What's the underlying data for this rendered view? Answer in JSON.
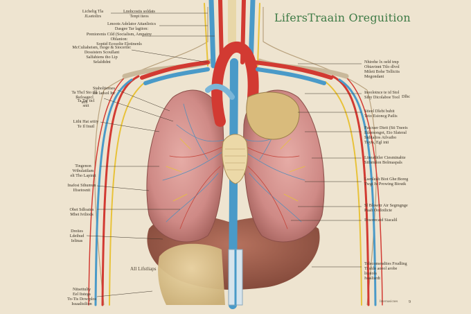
{
  "title": "LifersTraain Oreguition",
  "caption": "AIl Lifstliaps",
  "page_number": "9",
  "footer_text": "Internasicnes",
  "colors": {
    "background": "#eee4d0",
    "artery": "#d23a32",
    "vein": "#4a9ac8",
    "lung": "#d89a95",
    "nerve": "#e8c238",
    "title": "#3d7a45"
  },
  "labels_left": [
    "Lichelig Tla\nJLsetolirs",
    "Lnohcostis soldats\nTenpt iteos",
    "Lmoots Adelator Attanlioics\nDasgee Tar lagtion:",
    "Preniorenis Cild (Socialism, Ampainy Oblanion:\nSoptid Ecosolte Elotinenls",
    "McCuliaheism, Ixoge & Siocerile:\nDossisters Scoullant\nSalfahiens tho Lip\nSelaldidnt",
    "Staholtiemes\nthe ladsol Inr",
    "Ta Thcl Sto tlll Ikeloagecl\nucb",
    "Ta Tar ticl\nsnit",
    "Lithi Hat srtity\nTe Il Inutl",
    "Tingenon Wtbulatilam\nelt Tho Lapinit",
    "Inafosi Sthumun\nIfisetosnit",
    "Obet Sdloaios\nMbet Iviliods",
    "Dreiies\nLdeihud\nIelinas",
    "Nitsettulty\nEel Itstegs\nTo-Tis Dowiplos\nIssaalisilion"
  ],
  "labels_right": [
    "Nhirehe lx oeld tmp\nObiavinnt Ttlo dlvol\nMtleti Bohe Tellicits\nMegondant",
    "Inoolotnce te id Stol\nSihy Dicolaboe Tool",
    "Dlbc",
    "Stieel Dlebi bubit\nTeio Esioncg Pailis",
    "Paicraer Dieit (Sti Tneeis\nEtlemongot, Eio Slateral\nSiditalios Ailvaibo\nTuyts, Egl inti",
    "Lineatbiler Ciesminabie\nSithmtlon Bolmaspals",
    "Lsenleah Biot Ghe:Boreg\nTwgi Iv Prowing Bioutk",
    "Sl Blowitr Air Segmgnge\nPuah Oodotlicte",
    "Ilosorecatd Siacalil",
    "Telecomendiies Frudling\nTi shlo aoeol arobe\nlicaiols\nIvaslisrdt"
  ]
}
